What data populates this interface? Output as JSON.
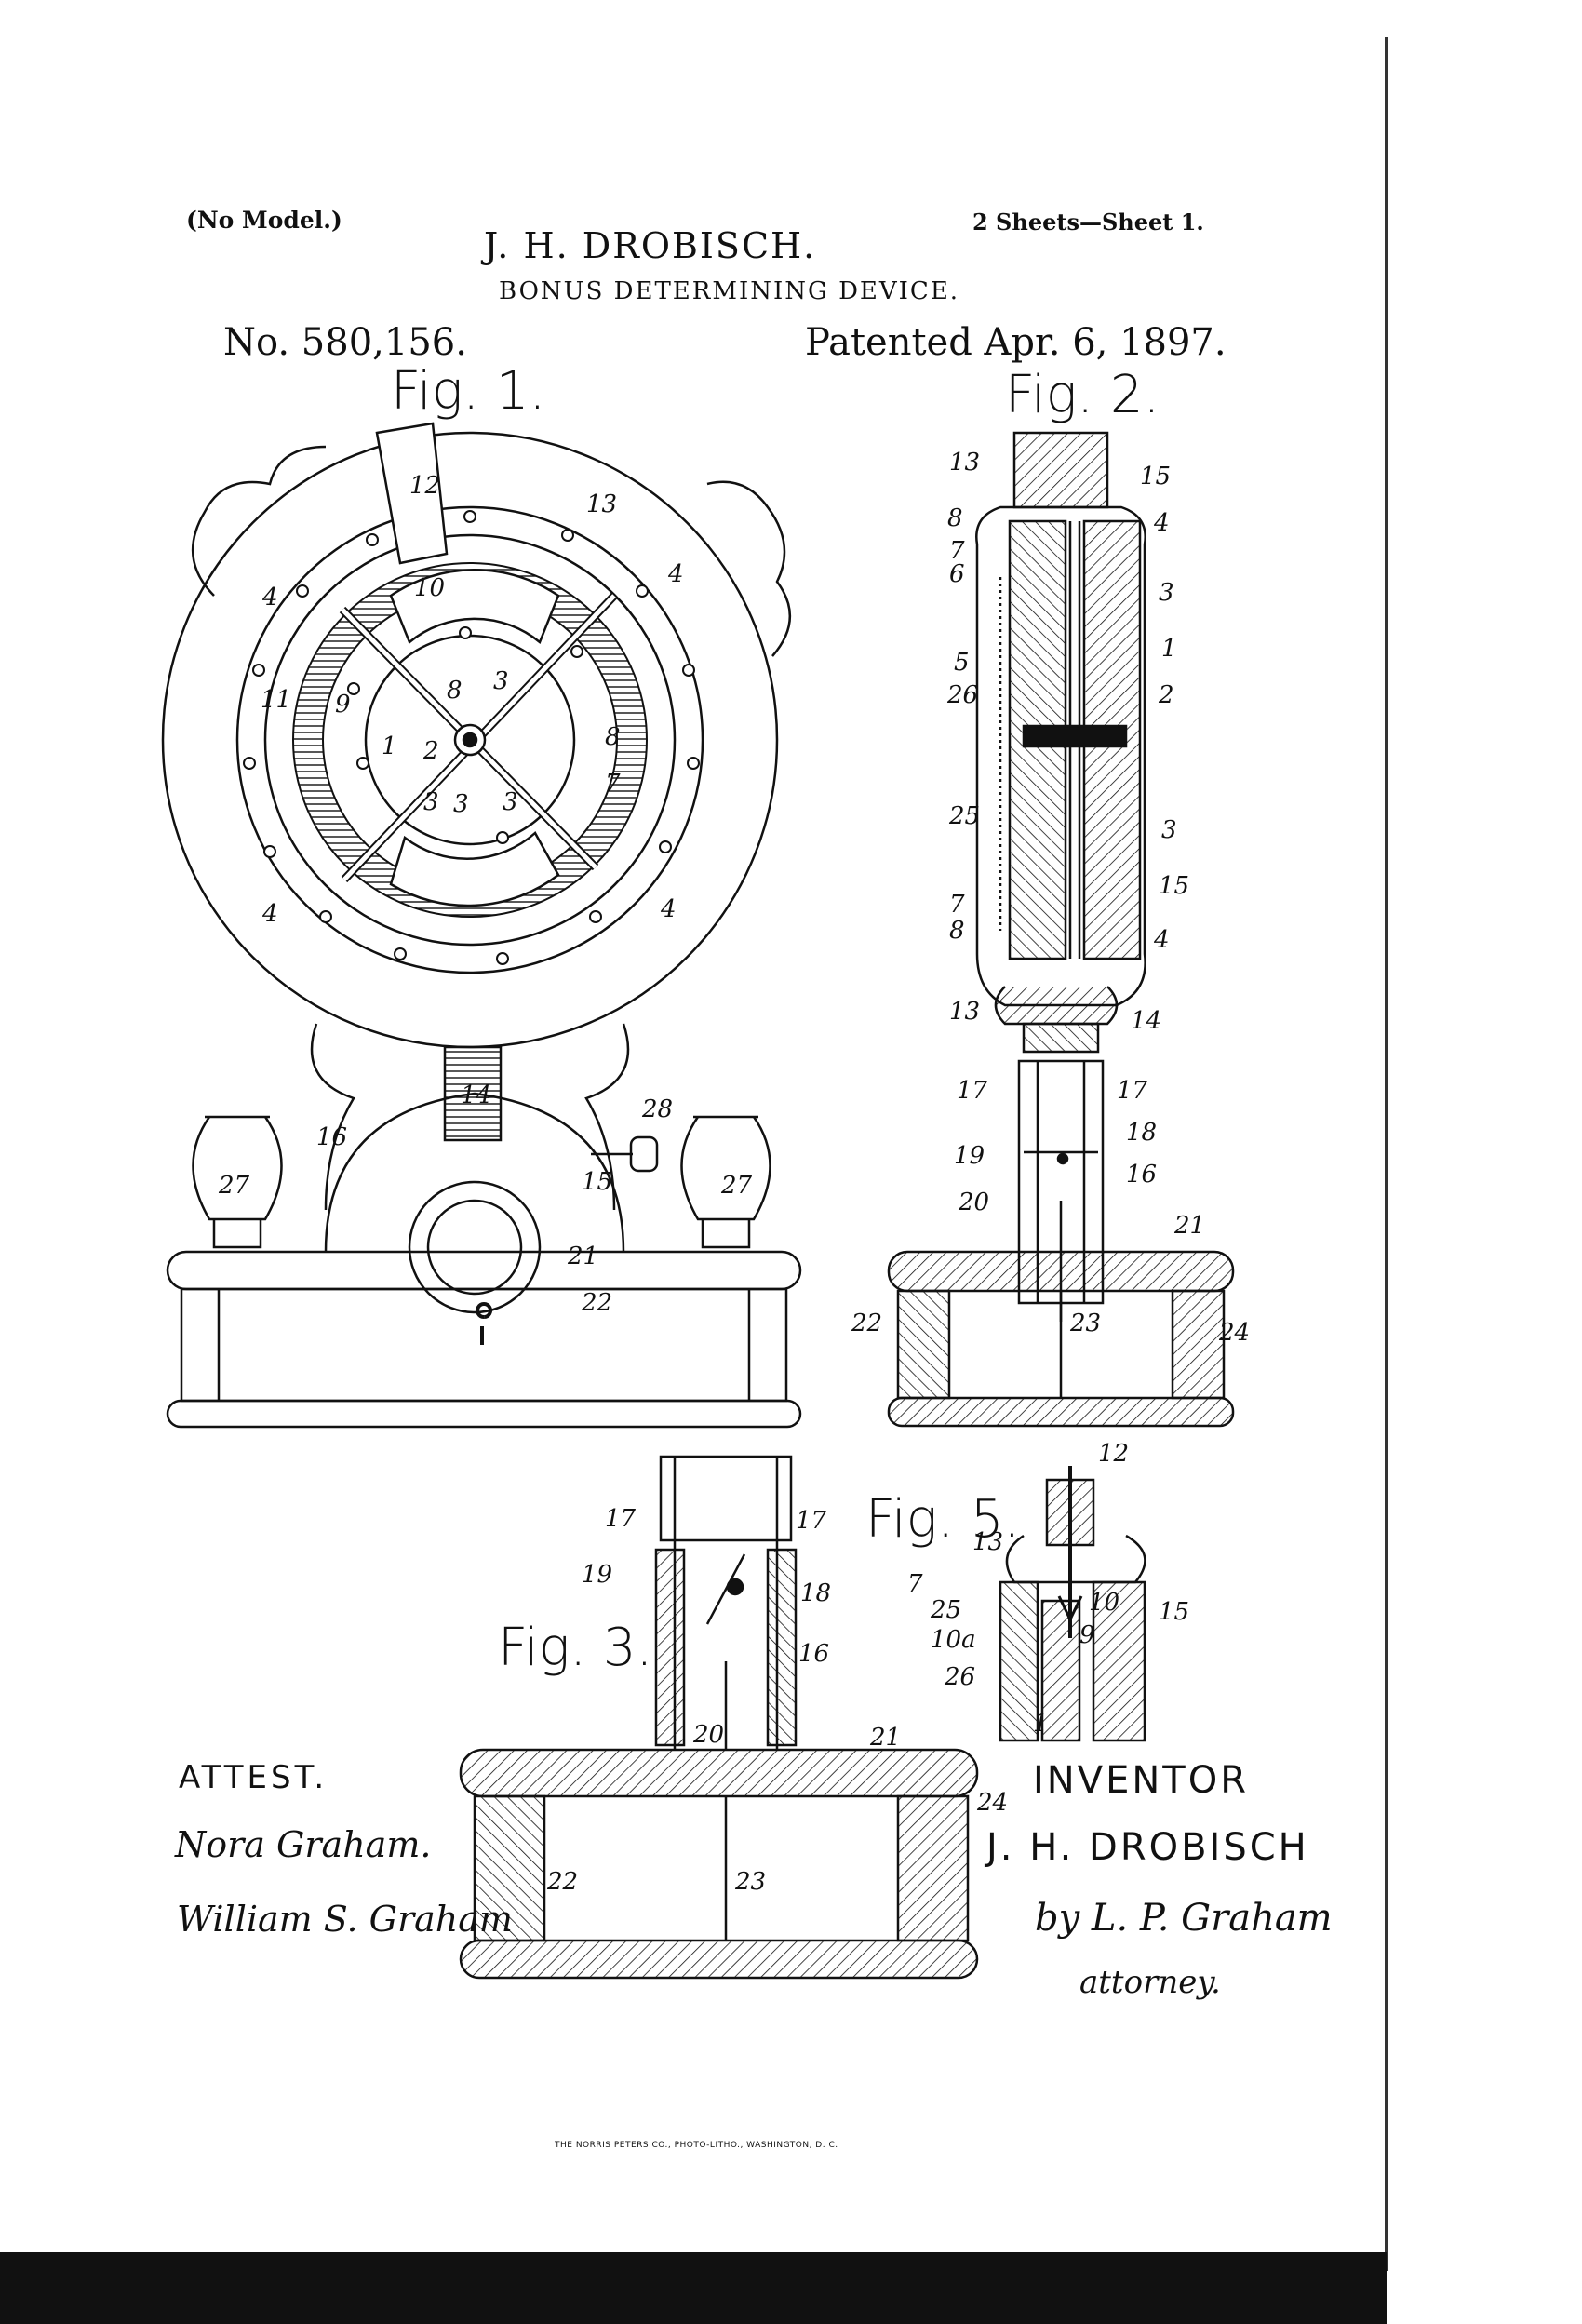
{
  "header": {
    "model": "(No Model.)",
    "sheets": "2 Sheets—Sheet 1.",
    "inventor": "J. H. DROBISCH.",
    "title": "BONUS DETERMINING DEVICE.",
    "patent_no": "No. 580,156.",
    "patented": "Patented Apr. 6, 1897."
  },
  "figures": {
    "fig1": "Fig. 1.",
    "fig2": "Fig. 2.",
    "fig3": "Fig. 3.",
    "fig5": "Fig. 5."
  },
  "fig1_refs": [
    "12",
    "13",
    "10",
    "4",
    "4",
    "11",
    "9",
    "1",
    "2",
    "8",
    "3",
    "3",
    "8",
    "7",
    "3",
    "3",
    "4",
    "4",
    "14",
    "28",
    "15",
    "16",
    "27",
    "27",
    "21",
    "22"
  ],
  "fig2_refs": [
    "13",
    "15",
    "8",
    "4",
    "7",
    "6",
    "3",
    "1",
    "5",
    "26",
    "2",
    "25",
    "3",
    "15",
    "7",
    "8",
    "4",
    "13",
    "14",
    "17",
    "17",
    "18",
    "19",
    "16",
    "20",
    "21",
    "22",
    "23",
    "24"
  ],
  "fig3_refs": [
    "17",
    "17",
    "19",
    "18",
    "16",
    "20",
    "21",
    "24",
    "22",
    "23"
  ],
  "fig5_refs": [
    "12",
    "13",
    "15",
    "7",
    "25",
    "10",
    "10a",
    "9",
    "26",
    "1"
  ],
  "signatures": {
    "attest_label": "ATTEST.",
    "witness_1": "Nora Graham.",
    "witness_2": "William S. Graham",
    "inventor_label": "INVENTOR",
    "inventor_name": "J. H. DROBISCH",
    "by_line": "by L. P. Graham",
    "attorney": "attorney."
  },
  "footer": "THE NORRIS PETERS CO., PHOTO-LITHO., WASHINGTON, D. C."
}
